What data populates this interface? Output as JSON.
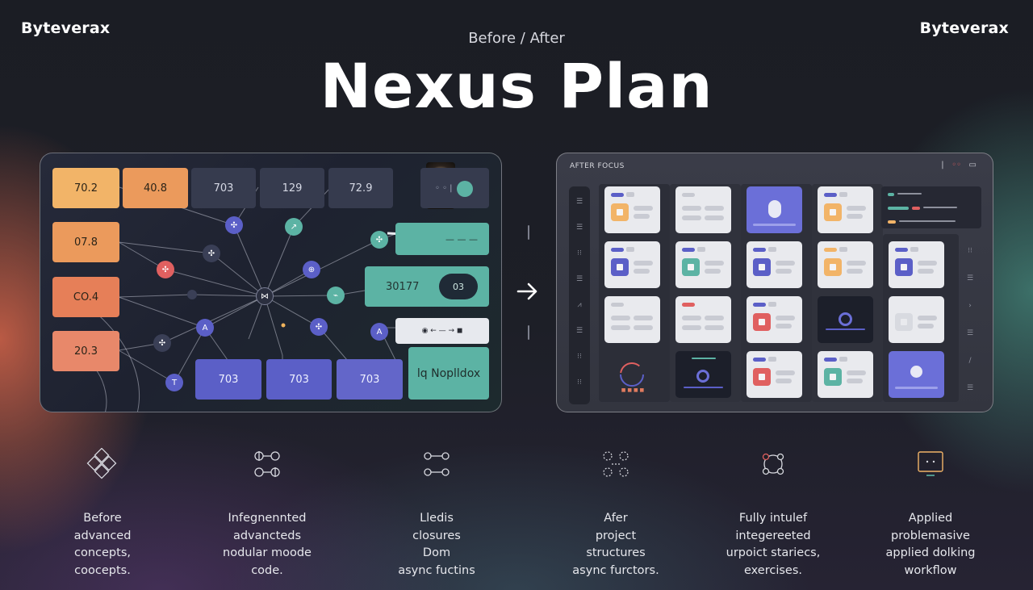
{
  "header": {
    "brand_left": "Byteverax",
    "brand_right": "Byteverax",
    "subtitle": "Before / After",
    "title": "Nexus Plan"
  },
  "before_panel": {
    "top_nodes": [
      {
        "label": "70.2",
        "color": "#f2b468"
      },
      {
        "label": "40.8",
        "color": "#eb9a5c"
      },
      {
        "label": "703",
        "color": "#363b4e"
      },
      {
        "label": "129",
        "color": "#363b4e"
      },
      {
        "label": "72.9",
        "color": "#363b4e"
      }
    ],
    "left_nodes": [
      {
        "label": "07.8",
        "color": "#eb9a5c"
      },
      {
        "label": "CO.4",
        "color": "#e67f58"
      },
      {
        "label": "20.3",
        "color": "#e8886a"
      }
    ],
    "bottom_nodes": [
      {
        "label": "703",
        "color": "#5b5fc7"
      },
      {
        "label": "703",
        "color": "#5b5fc7"
      },
      {
        "label": "703",
        "color": "#6366c9"
      }
    ],
    "teal_card_value": "30177",
    "teal_card_badge": "03",
    "teal_big_card": "lq Noplldox",
    "flow_row": "◉ ← — → ◼"
  },
  "after_panel": {
    "header": "AFTER FOCUS",
    "header_right_1": "|",
    "header_right_2": "◦◦",
    "header_right_3": "▭"
  },
  "colors": {
    "orange": "#f2b468",
    "coral": "#e67f58",
    "teal": "#5cb3a4",
    "purple": "#5b5fc7",
    "red": "#e06060"
  },
  "features": [
    {
      "icon": "diamond-grid-icon",
      "caption": "Before\nadvanced\nconcepts,\ncoocepts."
    },
    {
      "icon": "node-grid-icon",
      "caption": "Infegnennted\nadvancteds\nnodular moode\ncode."
    },
    {
      "icon": "linked-nodes-icon",
      "caption": "Lledis\nclosures\nDom\nasync fuctins"
    },
    {
      "icon": "dotted-nodes-icon",
      "caption": "Afer\nproject\nstructures\nasync furctors."
    },
    {
      "icon": "orbit-icon",
      "caption": "Fully intulef\nintegereeted\nurpoict stariecs,\nexercises."
    },
    {
      "icon": "monitor-icon",
      "caption": "Applied\nproblemasive\napplied dolking\nworkflow"
    }
  ]
}
